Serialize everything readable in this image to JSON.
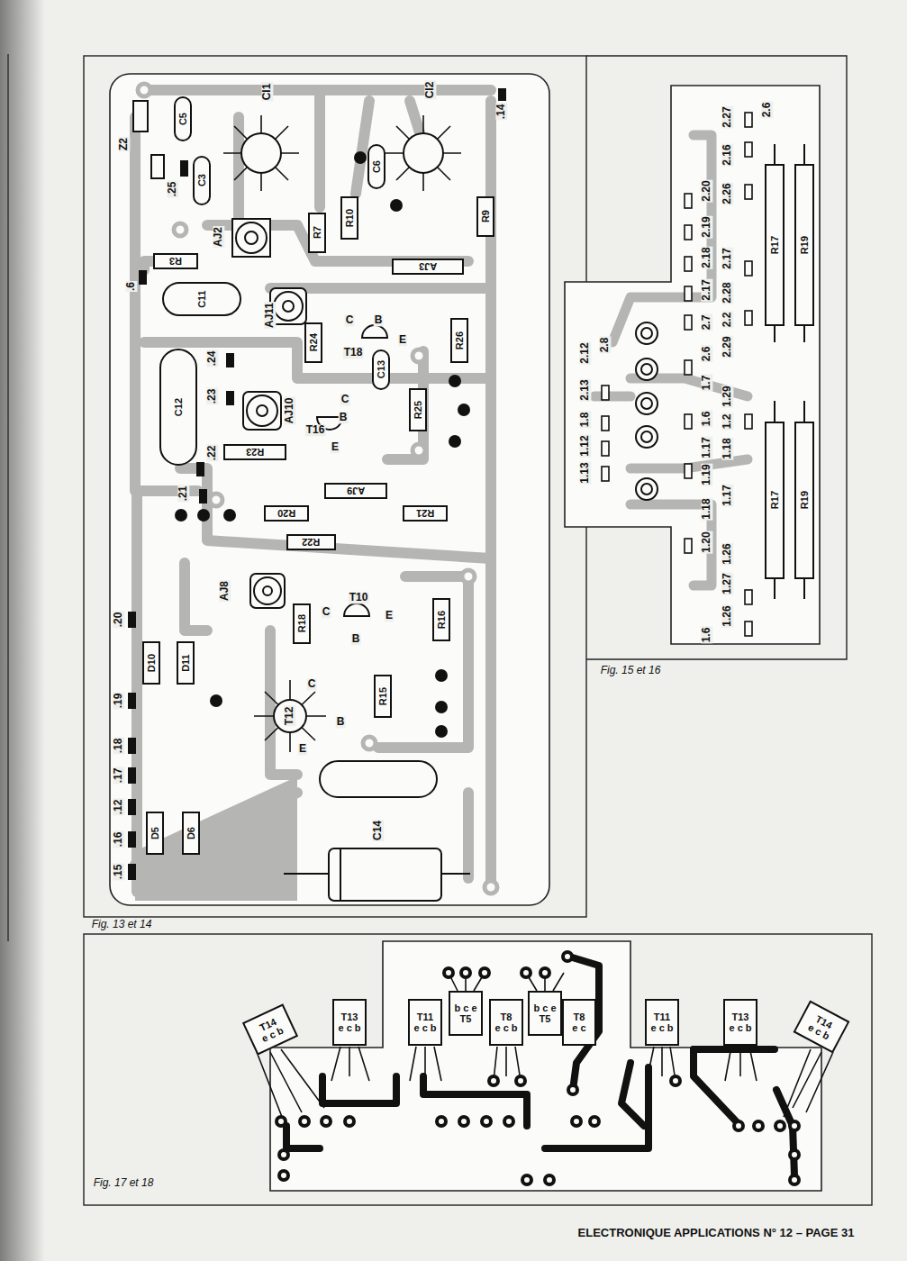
{
  "diagram": {
    "nodes": [
      {
        "text": [
          "C5"
        ]
      },
      {
        "text": [
          "C3"
        ]
      },
      {
        "text": [
          "R7"
        ]
      },
      {
        "text": [
          "R10"
        ]
      },
      {
        "text": [
          "C6"
        ]
      },
      {
        "text": [
          "R9"
        ]
      },
      {
        "text": [
          "AJ3"
        ]
      },
      {
        "text": [
          "R3"
        ]
      },
      {
        "text": [
          "C11"
        ]
      },
      {
        "text": [
          "R24"
        ]
      },
      {
        "text": [
          "C13"
        ]
      },
      {
        "text": [
          "R26"
        ]
      },
      {
        "text": [
          "C12"
        ]
      },
      {
        "text": [
          "R25"
        ]
      },
      {
        "text": [
          "R23"
        ]
      },
      {
        "text": [
          "AJ9"
        ]
      },
      {
        "text": [
          "R20"
        ]
      },
      {
        "text": [
          "R21"
        ]
      },
      {
        "text": [
          "R22"
        ]
      },
      {
        "text": [
          "R18"
        ]
      },
      {
        "text": [
          "R16"
        ]
      },
      {
        "text": [
          "D10"
        ]
      },
      {
        "text": [
          "D11"
        ]
      },
      {
        "text": [
          "R15"
        ]
      },
      {
        "text": [
          "D5"
        ]
      },
      {
        "text": [
          "D6"
        ]
      },
      {
        "text": [
          "R17"
        ]
      },
      {
        "text": [
          "R19"
        ]
      },
      {
        "text": [
          "R17"
        ]
      },
      {
        "text": [
          "R19"
        ]
      },
      {
        "text": [
          "T14",
          "e c b"
        ]
      },
      {
        "text": [
          "T13",
          "e c b"
        ]
      },
      {
        "text": [
          "T11",
          "e c b"
        ]
      },
      {
        "text": [
          "b c e",
          "T5"
        ]
      },
      {
        "text": [
          "T8",
          "e c b"
        ]
      },
      {
        "text": [
          "b c e",
          "T5"
        ]
      },
      {
        "text": [
          "T8",
          "e c"
        ]
      },
      {
        "text": [
          "T11",
          "e c b"
        ]
      },
      {
        "text": [
          "T13",
          "e c b"
        ]
      },
      {
        "text": [
          "T14",
          "e c b"
        ]
      }
    ],
    "labels": [
      "CI1",
      "CI2",
      ".14",
      "Z2",
      ".25",
      "AJ2",
      ".6",
      "AJ11",
      "C",
      "B",
      "E",
      "T18",
      ".24",
      ".23",
      "AJ10",
      "C",
      "B",
      "T16",
      "E",
      ".22",
      ".21",
      "AJ8",
      "C",
      "T10",
      "E",
      "B",
      ".20",
      "C",
      "T12",
      "B",
      "E",
      ".19",
      ".18",
      ".17",
      ".12",
      ".16",
      ".15",
      "C14",
      "Fig. 13 et 14",
      "2.6",
      "2.27",
      "2.16",
      "2.26",
      "2.20",
      "2.19",
      "2.18",
      "2.17",
      "2.17",
      "2.28",
      "2.7",
      "2.2",
      "2.29",
      "2.6",
      "1.7",
      "1.29",
      "1.6",
      "1.2",
      "1.18",
      "1.17",
      "1.19",
      "1.17",
      "1.18",
      "1.20",
      "1.26",
      "1.27",
      "1.26",
      "1.6",
      "2.8",
      "2.12",
      "2.13",
      "1.8",
      "1.12",
      "1.13",
      "Fig. 15 et 16",
      "Fig. 17 et 18",
      "ELECTRONIQUE APPLICATIONS N° 12 – PAGE 31"
    ]
  }
}
